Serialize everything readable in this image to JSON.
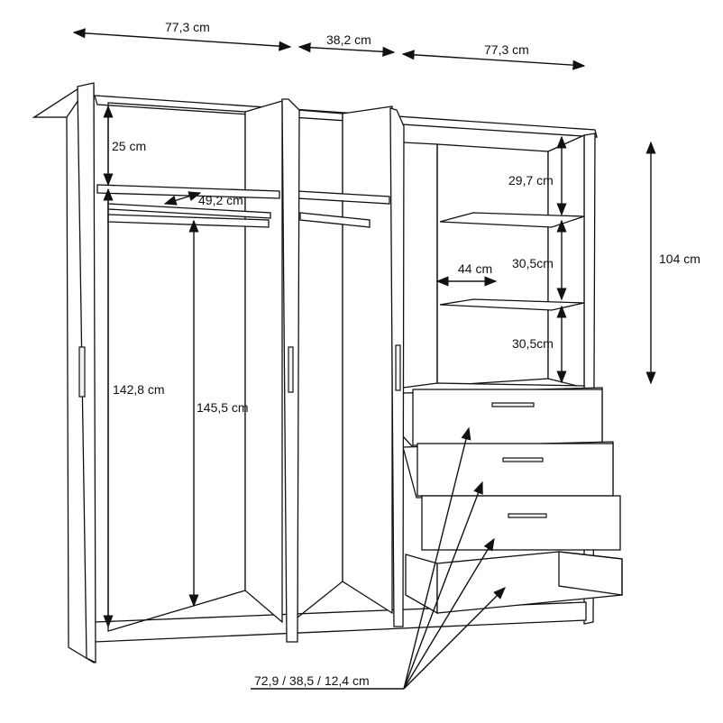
{
  "diagram": {
    "subject": "wardrobe",
    "dimensions": {
      "top_left_width": "77,3 cm",
      "top_middle_width": "38,2 cm",
      "top_right_width": "77,3 cm",
      "right_section_height": "104 cm",
      "top_shelf_gap": "25 cm",
      "shelf_depth": "49,2 cm",
      "left_door_height": "142,8 cm",
      "hanging_height": "145,5 cm",
      "shelf_gap_1": "29,7 cm",
      "shelf_gap_2": "30,5cm",
      "shelf_gap_3": "30,5cm",
      "shelf_width": "44 cm",
      "drawer_dimensions": "72,9 / 38,5 / 12,4 cm"
    }
  }
}
